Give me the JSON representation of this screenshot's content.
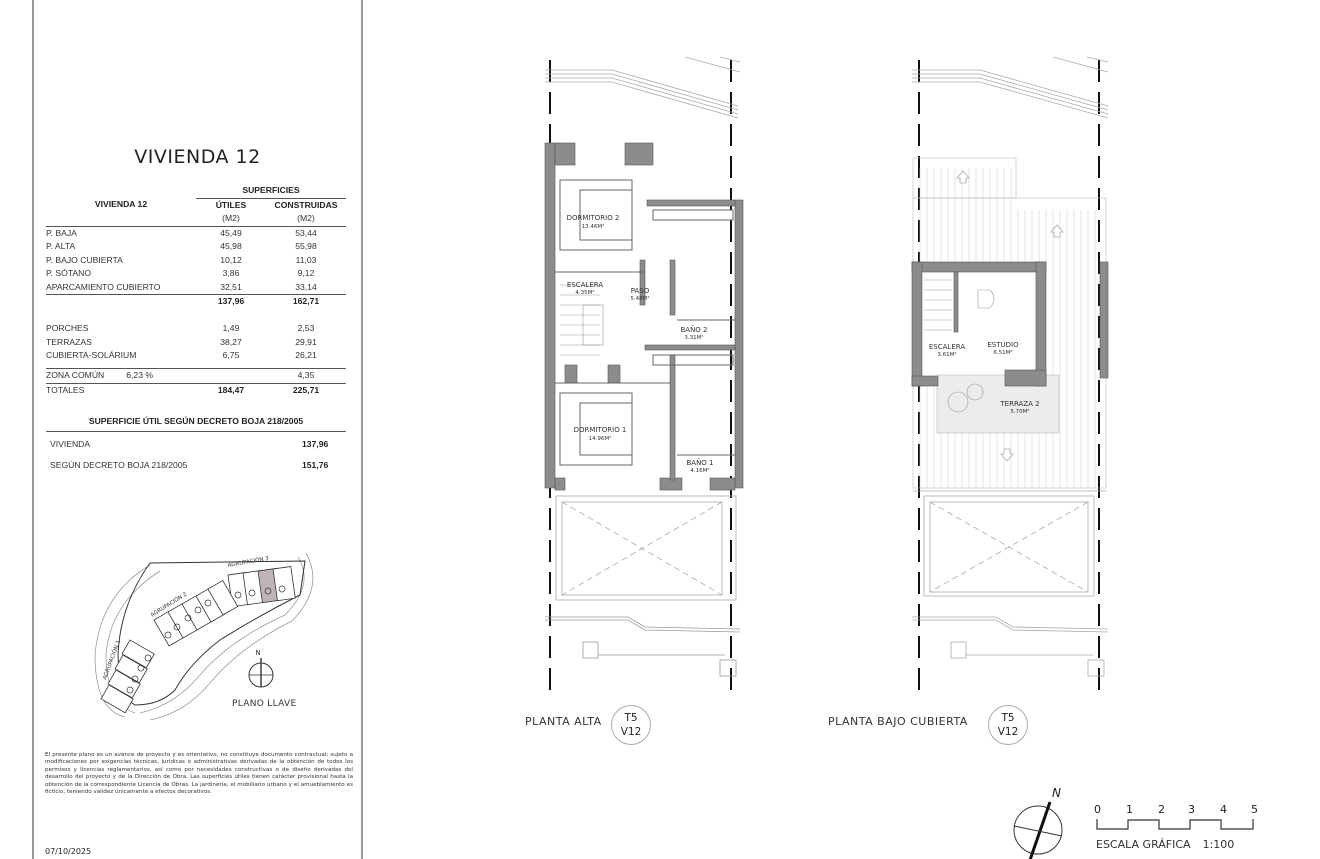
{
  "sheet": {
    "title": "VIVIENDA 12",
    "areas_table": {
      "row_header": "VIVIENDA 12",
      "group_header": "SUPERFICIES",
      "columns": [
        {
          "label": "ÚTILES",
          "unit": "(M2)"
        },
        {
          "label": "CONSTRUIDAS",
          "unit": "(M2)"
        }
      ],
      "rows": [
        {
          "name": "P. BAJA",
          "utiles": "45,49",
          "construidas": "53,44"
        },
        {
          "name": "P. ALTA",
          "utiles": "45,98",
          "construidas": "55,98"
        },
        {
          "name": "P. BAJO CUBIERTA",
          "utiles": "10,12",
          "construidas": "11,03"
        },
        {
          "name": "P. SÓTANO",
          "utiles": "3,86",
          "construidas": "9,12"
        },
        {
          "name": "APARCAMIENTO CUBIERTO",
          "utiles": "32,51",
          "construidas": "33,14"
        }
      ],
      "subtotal": {
        "utiles": "137,96",
        "construidas": "162,71"
      },
      "extra_rows": [
        {
          "name": "PORCHES",
          "utiles": "1,49",
          "construidas": "2,53"
        },
        {
          "name": "TERRAZAS",
          "utiles": "38,27",
          "construidas": "29,91"
        },
        {
          "name": "CUBIERTA-SOLÁRIUM",
          "utiles": "6,75",
          "construidas": "26,21"
        }
      ],
      "zona_comun": {
        "name": "ZONA COMÚN",
        "percent": "6,23 %",
        "construidas": "4,35"
      },
      "totales": {
        "name": "TOTALES",
        "utiles": "184,47",
        "construidas": "225,71"
      }
    },
    "decreto": {
      "title": "SUPERFICIE ÚTIL SEGÚN DECRETO BOJA 218/2005",
      "rows": [
        {
          "name": "VIVIENDA",
          "value": "137,96"
        },
        {
          "name": "SEGÚN DECRETO BOJA 218/2005",
          "value": "151,76"
        }
      ]
    },
    "key_plan": {
      "label": "PLANO LLAVE",
      "north": "N",
      "groups": [
        "AGRUPACIÓN 1",
        "AGRUPACIÓN 2",
        "AGRUPACIÓN 3"
      ],
      "highlight_color": "#bfb4b8"
    },
    "disclaimer": "El presente plano es un avance de proyecto y es orientativo, no constituye documento contractual; sujeto a modificaciones por exigencias técnicas, jurídicas o administrativas derivadas de la obtención de todos los permisos y licencias reglamentarios, así como por necesidades constructivas o de diseño derivadas del desarrollo del proyecto y de la Dirección de Obra. Las superficies útiles tienen carácter provisional hasta la obtención de la correspondiente Licencia de Obras. La jardinería, el mobiliario urbano y el amueblamiento es ficticio, teniendo validez únicamente a efectos decorativos.",
    "date": "07/10/2025"
  },
  "plans": [
    {
      "caption": "PLANTA ALTA",
      "badge": {
        "type": "T5",
        "unit": "V12"
      },
      "rooms": [
        {
          "name": "DORMITORIO 2",
          "area": "13.46M²"
        },
        {
          "name": "ESCALERA",
          "area": "4.35M²"
        },
        {
          "name": "PASO",
          "area": "5.48M²"
        },
        {
          "name": "BAÑO 2",
          "area": "3.31M²"
        },
        {
          "name": "DORMITORIO 1",
          "area": "14.96M²"
        },
        {
          "name": "BAÑO 1",
          "area": "4.16M²"
        }
      ]
    },
    {
      "caption": "PLANTA BAJO CUBIERTA",
      "badge": {
        "type": "T5",
        "unit": "V12"
      },
      "rooms": [
        {
          "name": "ESCALERA",
          "area": "3.61M²"
        },
        {
          "name": "ESTUDIO",
          "area": "6.51M²"
        },
        {
          "name": "TERRAZA 2",
          "area": "5.70M²"
        }
      ]
    }
  ],
  "scale": {
    "north": "N",
    "ticks": [
      "0",
      "1",
      "2",
      "3",
      "4",
      "5"
    ],
    "label": "ESCALA GRÁFICA",
    "ratio": "1:100"
  },
  "colors": {
    "wall": "#8c8c8c",
    "line": "#333333",
    "light_line": "#b5b5b5",
    "terrace_fill": "#ececec"
  }
}
